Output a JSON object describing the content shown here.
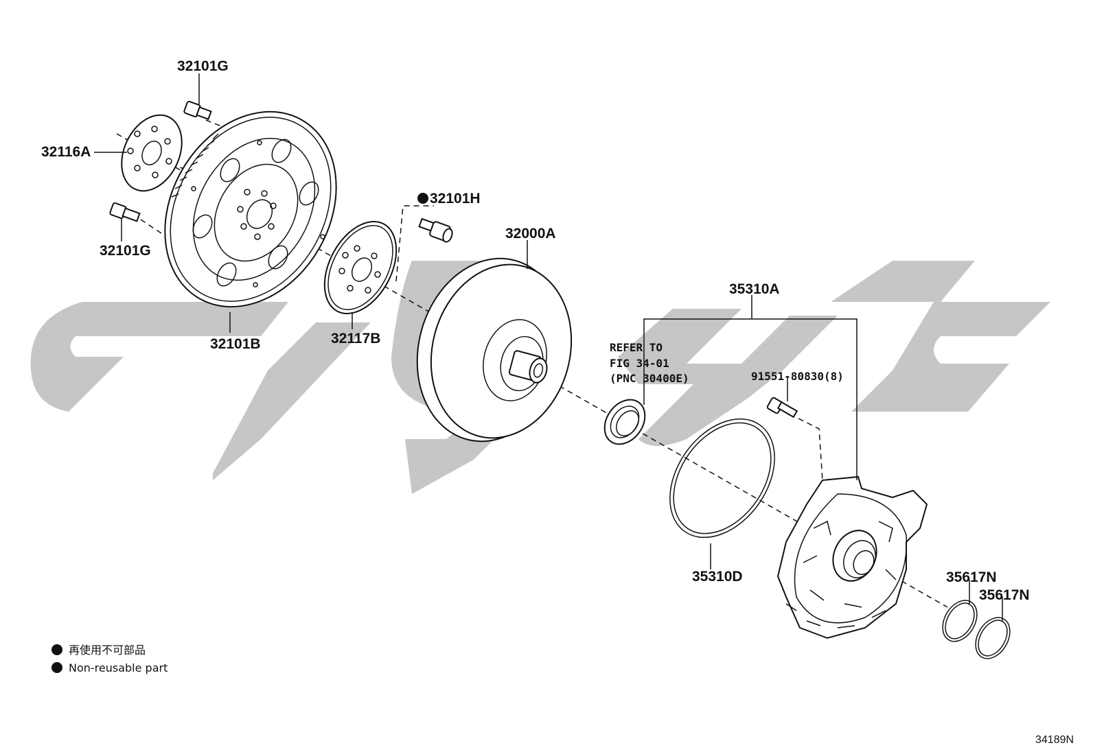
{
  "parts": {
    "p32101G_top": "32101G",
    "p32116A": "32116A",
    "p32101G_bottom": "32101G",
    "p32101B": "32101B",
    "p32101H": "32101H",
    "p32117B": "32117B",
    "p32000A": "32000A",
    "p35310A": "35310A",
    "p91551": "91551-80830(8)",
    "p35310D": "35310D",
    "p35617N_1": "35617N",
    "p35617N_2": "35617N"
  },
  "refer": {
    "line1": "REFER TO",
    "line2": "FIG 34-01",
    "line3": "(PNC 30400E)"
  },
  "legend": {
    "line_cn": "再使用不可部品",
    "line_en": "Non-reusable part"
  },
  "figure_number": "34189N",
  "colors": {
    "ink": "#111111",
    "watermark": "#c6c6c6",
    "background": "#ffffff"
  }
}
